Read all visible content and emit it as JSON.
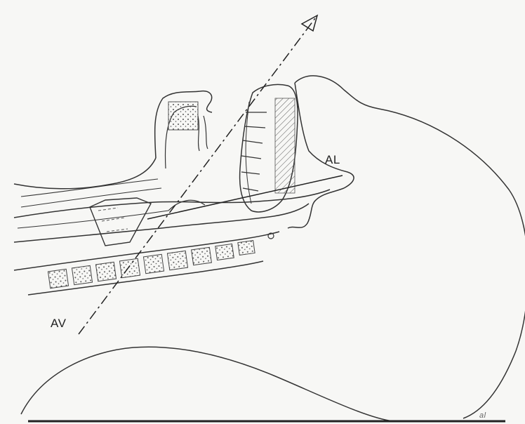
{
  "labels": {
    "al": "AL",
    "av": "AV",
    "signature": "al"
  },
  "colors": {
    "background": "#f7f7f5",
    "ink": "#333333",
    "hatch": "#555555"
  }
}
